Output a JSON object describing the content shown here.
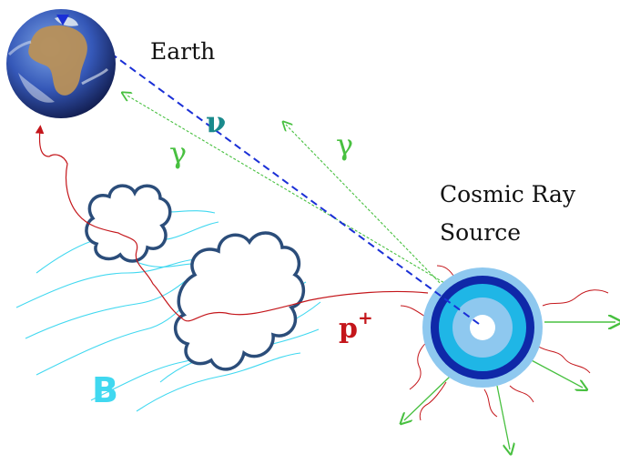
{
  "labels": {
    "earth": "Earth",
    "source_line1": "Cosmic Ray",
    "source_line2": "Source",
    "neutrino": "ν",
    "gamma_left": "γ",
    "gamma_right": "γ",
    "proton_base": "p",
    "proton_charge": "+",
    "magnetic_field": "B"
  },
  "colors": {
    "neutrino_line": "#1a2fd6",
    "gamma_lines": "#48c040",
    "proton_path": "#c4161b",
    "field_lines": "#40d8f0",
    "cloud_outline": "#2b4d7a",
    "source_outer": "#8ec8ef",
    "source_dark_ring": "#0f28a8",
    "source_mid_ring": "#1fb6e6",
    "source_inner_ring": "#8ec8ef",
    "source_core": "#ffffff"
  },
  "icons": {
    "earth": "earth-globe-icon",
    "source": "cosmic-ray-source-icon"
  }
}
